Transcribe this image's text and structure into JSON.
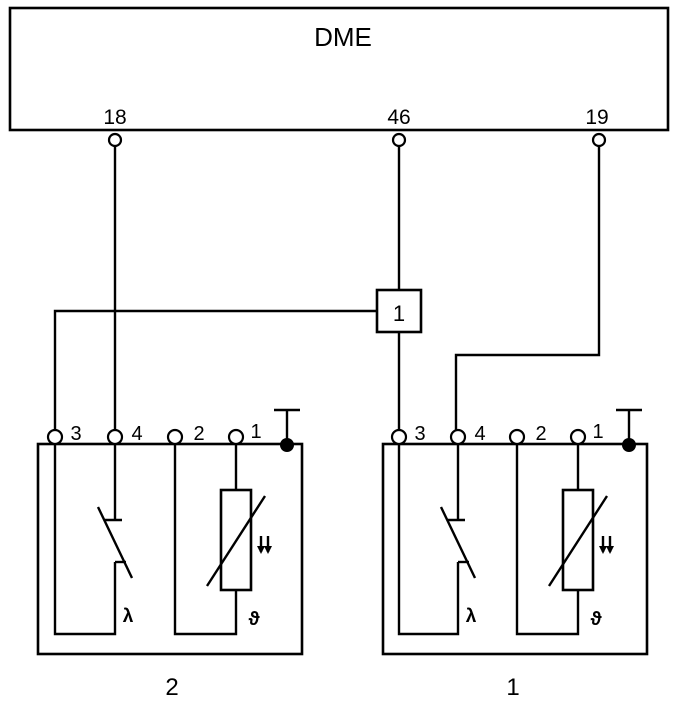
{
  "ecu": {
    "label": "DME"
  },
  "ecu_pins": {
    "p18": "18",
    "p46": "46",
    "p19": "19"
  },
  "connector": {
    "label": "1"
  },
  "sensor_left": {
    "name": "2",
    "pins": {
      "p3": "3",
      "p4": "4",
      "p2": "2",
      "p1": "1"
    },
    "symbol_switch": "λ",
    "symbol_heater": "ϑ"
  },
  "sensor_right": {
    "name": "1",
    "pins": {
      "p3": "3",
      "p4": "4",
      "p2": "2",
      "p1": "1"
    },
    "symbol_switch": "λ",
    "symbol_heater": "ϑ"
  },
  "colors": {
    "ink": "#000000",
    "paper": "#ffffff"
  }
}
